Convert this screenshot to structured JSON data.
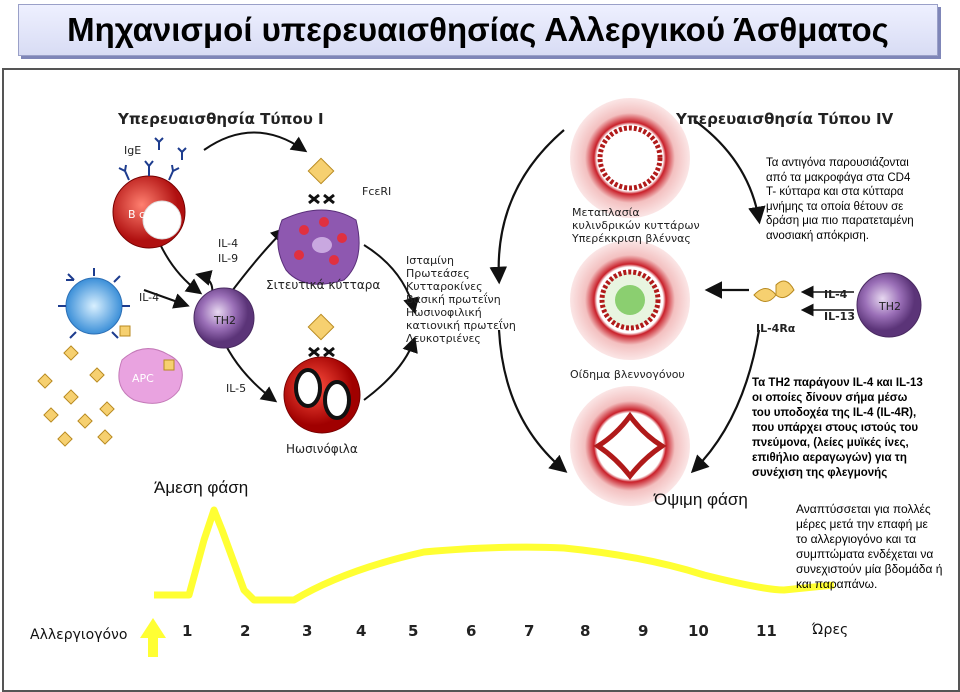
{
  "title": "Μηχανισμοί υπερευαισθησίας Αλλεργικού Άσθματος",
  "type1_title": "Υπερευαισθησία Τύπου Ι",
  "type4_title": "Υπερευαισθησία Τύπου IV",
  "cells": {
    "ige": "IgE",
    "b_cell": "B cell",
    "fceri": "FcεRI",
    "il4_il9": [
      "IL-4",
      "IL-9"
    ],
    "il4": "IL-4",
    "il5": "IL-5",
    "th2": "TH2",
    "apc": "APC",
    "mast": "Σιτευτικά κύτταρα",
    "eos": "Ηωσινόφιλα"
  },
  "mediators": [
    "Ισταμίνη",
    "Πρωτεάσες",
    "Κυτταροκίνες",
    "Βασική πρωτεΐνη",
    "Ηωσινοφιλική",
    "κατιονική πρωτεΐνη",
    "Λευκοτριένες"
  ],
  "airway_labels": [
    "Μεταπλασία",
    "κυλινδρικών κυττάρων",
    "Υπερέκκριση βλέννας"
  ],
  "edema": "Οίδημα βλεννογόνου",
  "receptor": {
    "il4": "IL-4",
    "il13": "IL-13",
    "il4ra": "IL-4Rα",
    "th2": "TH2"
  },
  "note_top": [
    "Τα αντιγόνα παρουσιάζονται",
    "από τα μακροφάγα στα CD4",
    "T- κύτταρα και στα κύτταρα",
    "μνήμης τα οποία θέτουν σε",
    "δράση μια πιο παρατεταμένη",
    "ανοσιακή απόκριση."
  ],
  "note_mid": [
    "Τα ΤΗ2 παράγουν IL-4 και IL-13",
    "οι οποίες δίνουν σήμα μέσω",
    "του υποδοχέα της IL-4 (IL-4R),",
    "που υπάρχει στους ιστούς του",
    "πνεύμονα, (λείες μυϊκές ίνες,",
    "επιθήλιο αεραγωγών) για τη",
    "συνέχιση της φλεγμονής"
  ],
  "note_bottom": [
    "Αναπτύσσεται για πολλές",
    "μέρες μετά την επαφή με",
    "το αλλεργιογόνο και τα",
    "συμπτώματα ενδέχεται να",
    "συνεχιστούν μία βδομάδα ή",
    "και παραπάνω."
  ],
  "early_phase": "Άμεση φάση",
  "late_phase": "Όψιμη φάση",
  "allergen": "Αλλεργιογόνο",
  "hours_label": "Ώρες",
  "hours": [
    "1",
    "2",
    "3",
    "4",
    "5",
    "6",
    "7",
    "8",
    "9",
    "10",
    "11"
  ],
  "colors": {
    "curve": "#ffff33",
    "b_cell": "#d42a1e",
    "th2": "#7c4f95",
    "apc": "#e9a3e0"
  }
}
